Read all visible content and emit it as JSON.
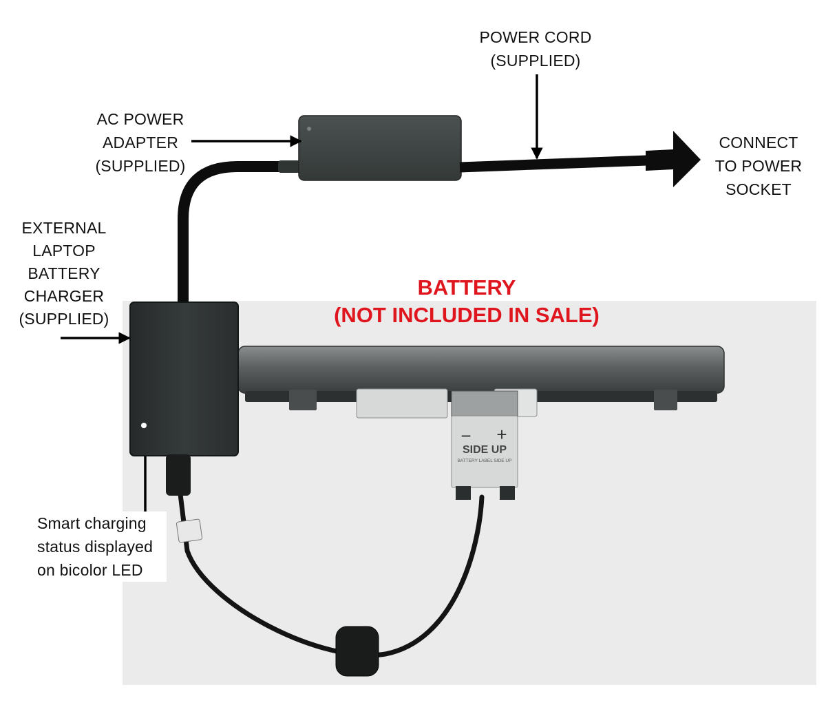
{
  "labels": {
    "power_cord": "POWER CORD\n(SUPPLIED)",
    "ac_adapter": "AC POWER\nADAPTER\n(SUPPLIED)",
    "connect": "CONNECT\nTO POWER\nSOCKET",
    "charger": "EXTERNAL\nLAPTOP\nBATTERY\nCHARGER\n(SUPPLIED)",
    "battery_warning": "BATTERY\n(NOT INCLUDED IN SALE)",
    "led_note": "Smart charging\nstatus displayed\non bicolor LED"
  },
  "connector": {
    "minus": "−",
    "plus": "+",
    "side_up": "SIDE UP",
    "label_side_up": "BATTERY LABEL SIDE UP"
  },
  "colors": {
    "warning_text": "#e0161f",
    "photo_bg": "#ebebeb",
    "charger_body": "#303535",
    "adapter_body": "#3b4140",
    "battery_body": "#5d6060",
    "cable": "#0d0d0d",
    "led": "#ffffff"
  }
}
